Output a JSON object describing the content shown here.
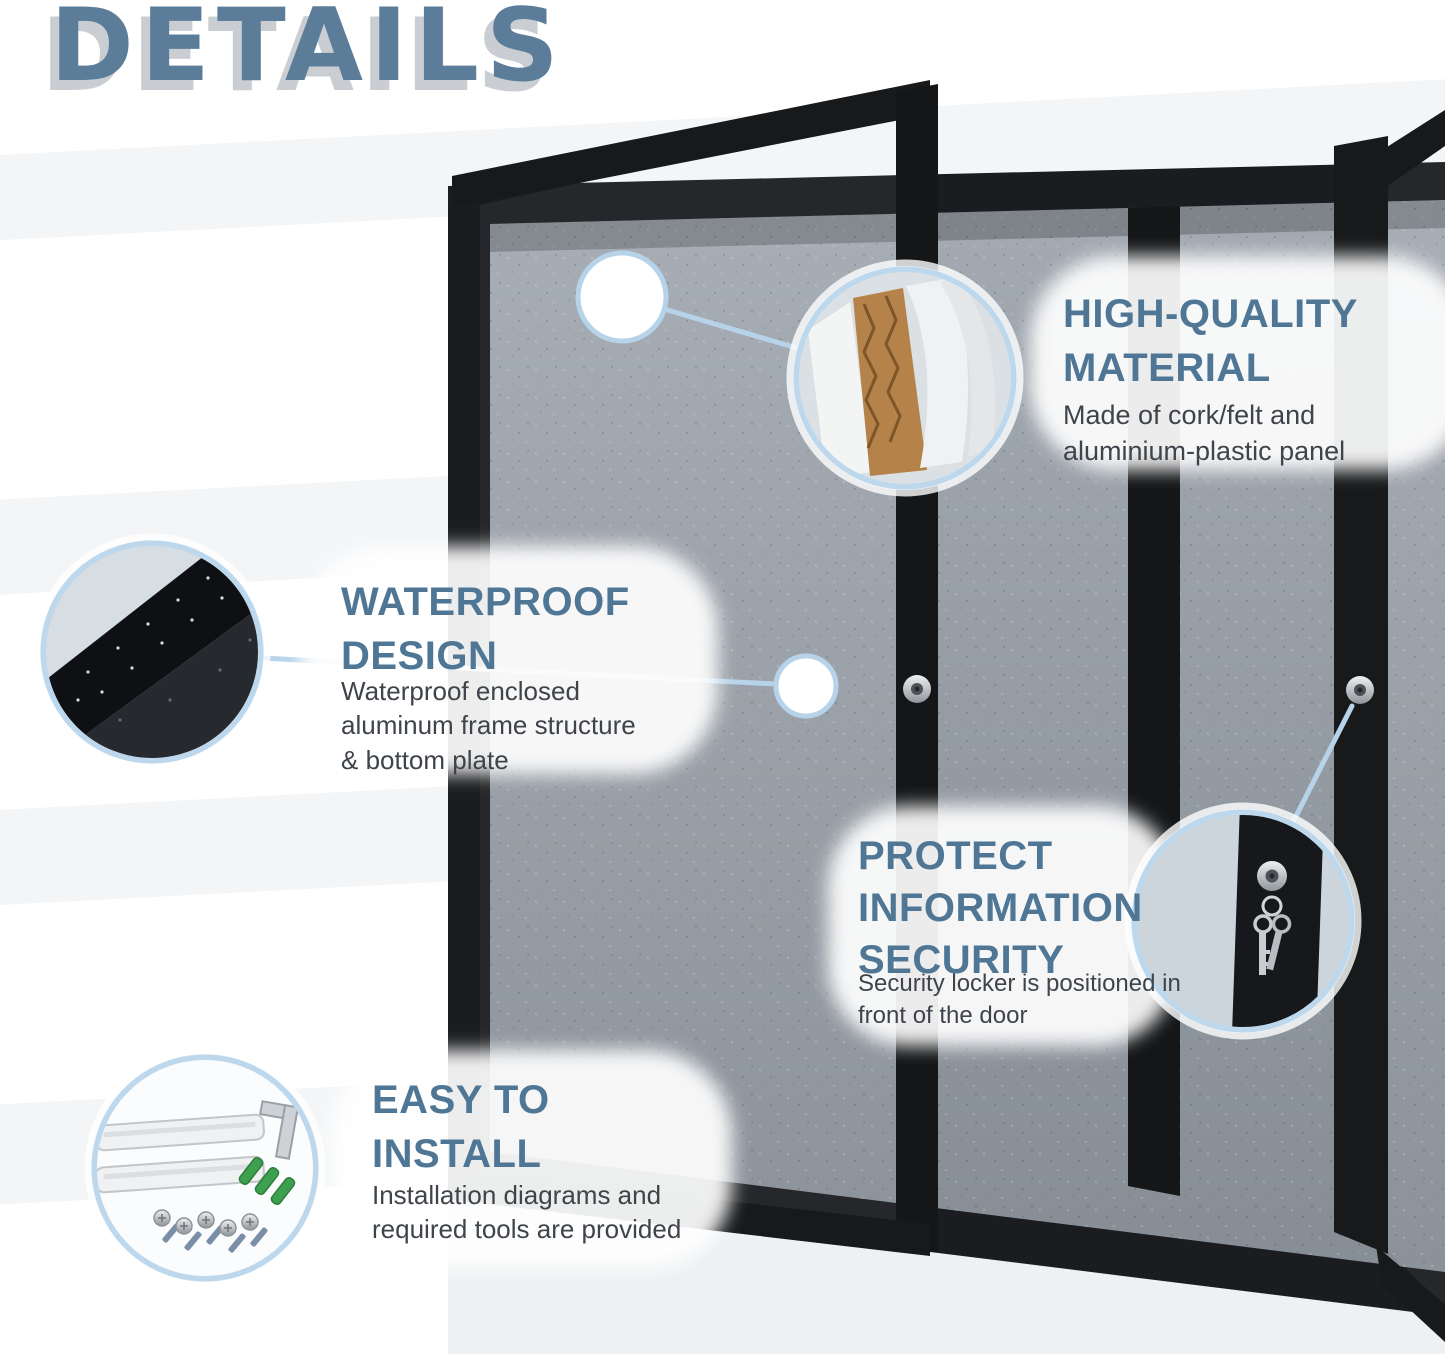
{
  "title": "DETAILS",
  "callouts": [
    {
      "heading": "HIGH-QUALITY\nMATERIAL",
      "body": "Made of cork/felt and\naluminium-plastic panel",
      "inset": "honeycomb-panel-closeup"
    },
    {
      "heading": "WATERPROOF\nDESIGN",
      "body": "Waterproof enclosed\naluminum frame structure\n& bottom plate",
      "inset": "frame-corner-closeup"
    },
    {
      "heading": "PROTECT\nINFORMATION\nSECURITY",
      "body": "Security locker is positioned in\nfront of the door",
      "inset": "lock-and-keys-closeup"
    },
    {
      "heading": "EASY TO\nINSTALL",
      "body": "Installation diagrams and\nrequired tools are provided",
      "inset": "mounting-hardware-closeup"
    }
  ],
  "product": {
    "type": "enclosed bulletin board with lockable glass doors",
    "visible_features": [
      "black aluminum frame",
      "gray cork/felt panel",
      "two door locks with keys",
      "open hinged doors"
    ]
  },
  "colors": {
    "title_blue": "#5b7d99",
    "heading_blue": "#4f7795",
    "body_text": "#3f444a",
    "callout_line_blue": "#b7d3e9",
    "frame_black": "#17191b",
    "panel_gray": "#959ca4",
    "anchor_green": "#3da04e"
  }
}
